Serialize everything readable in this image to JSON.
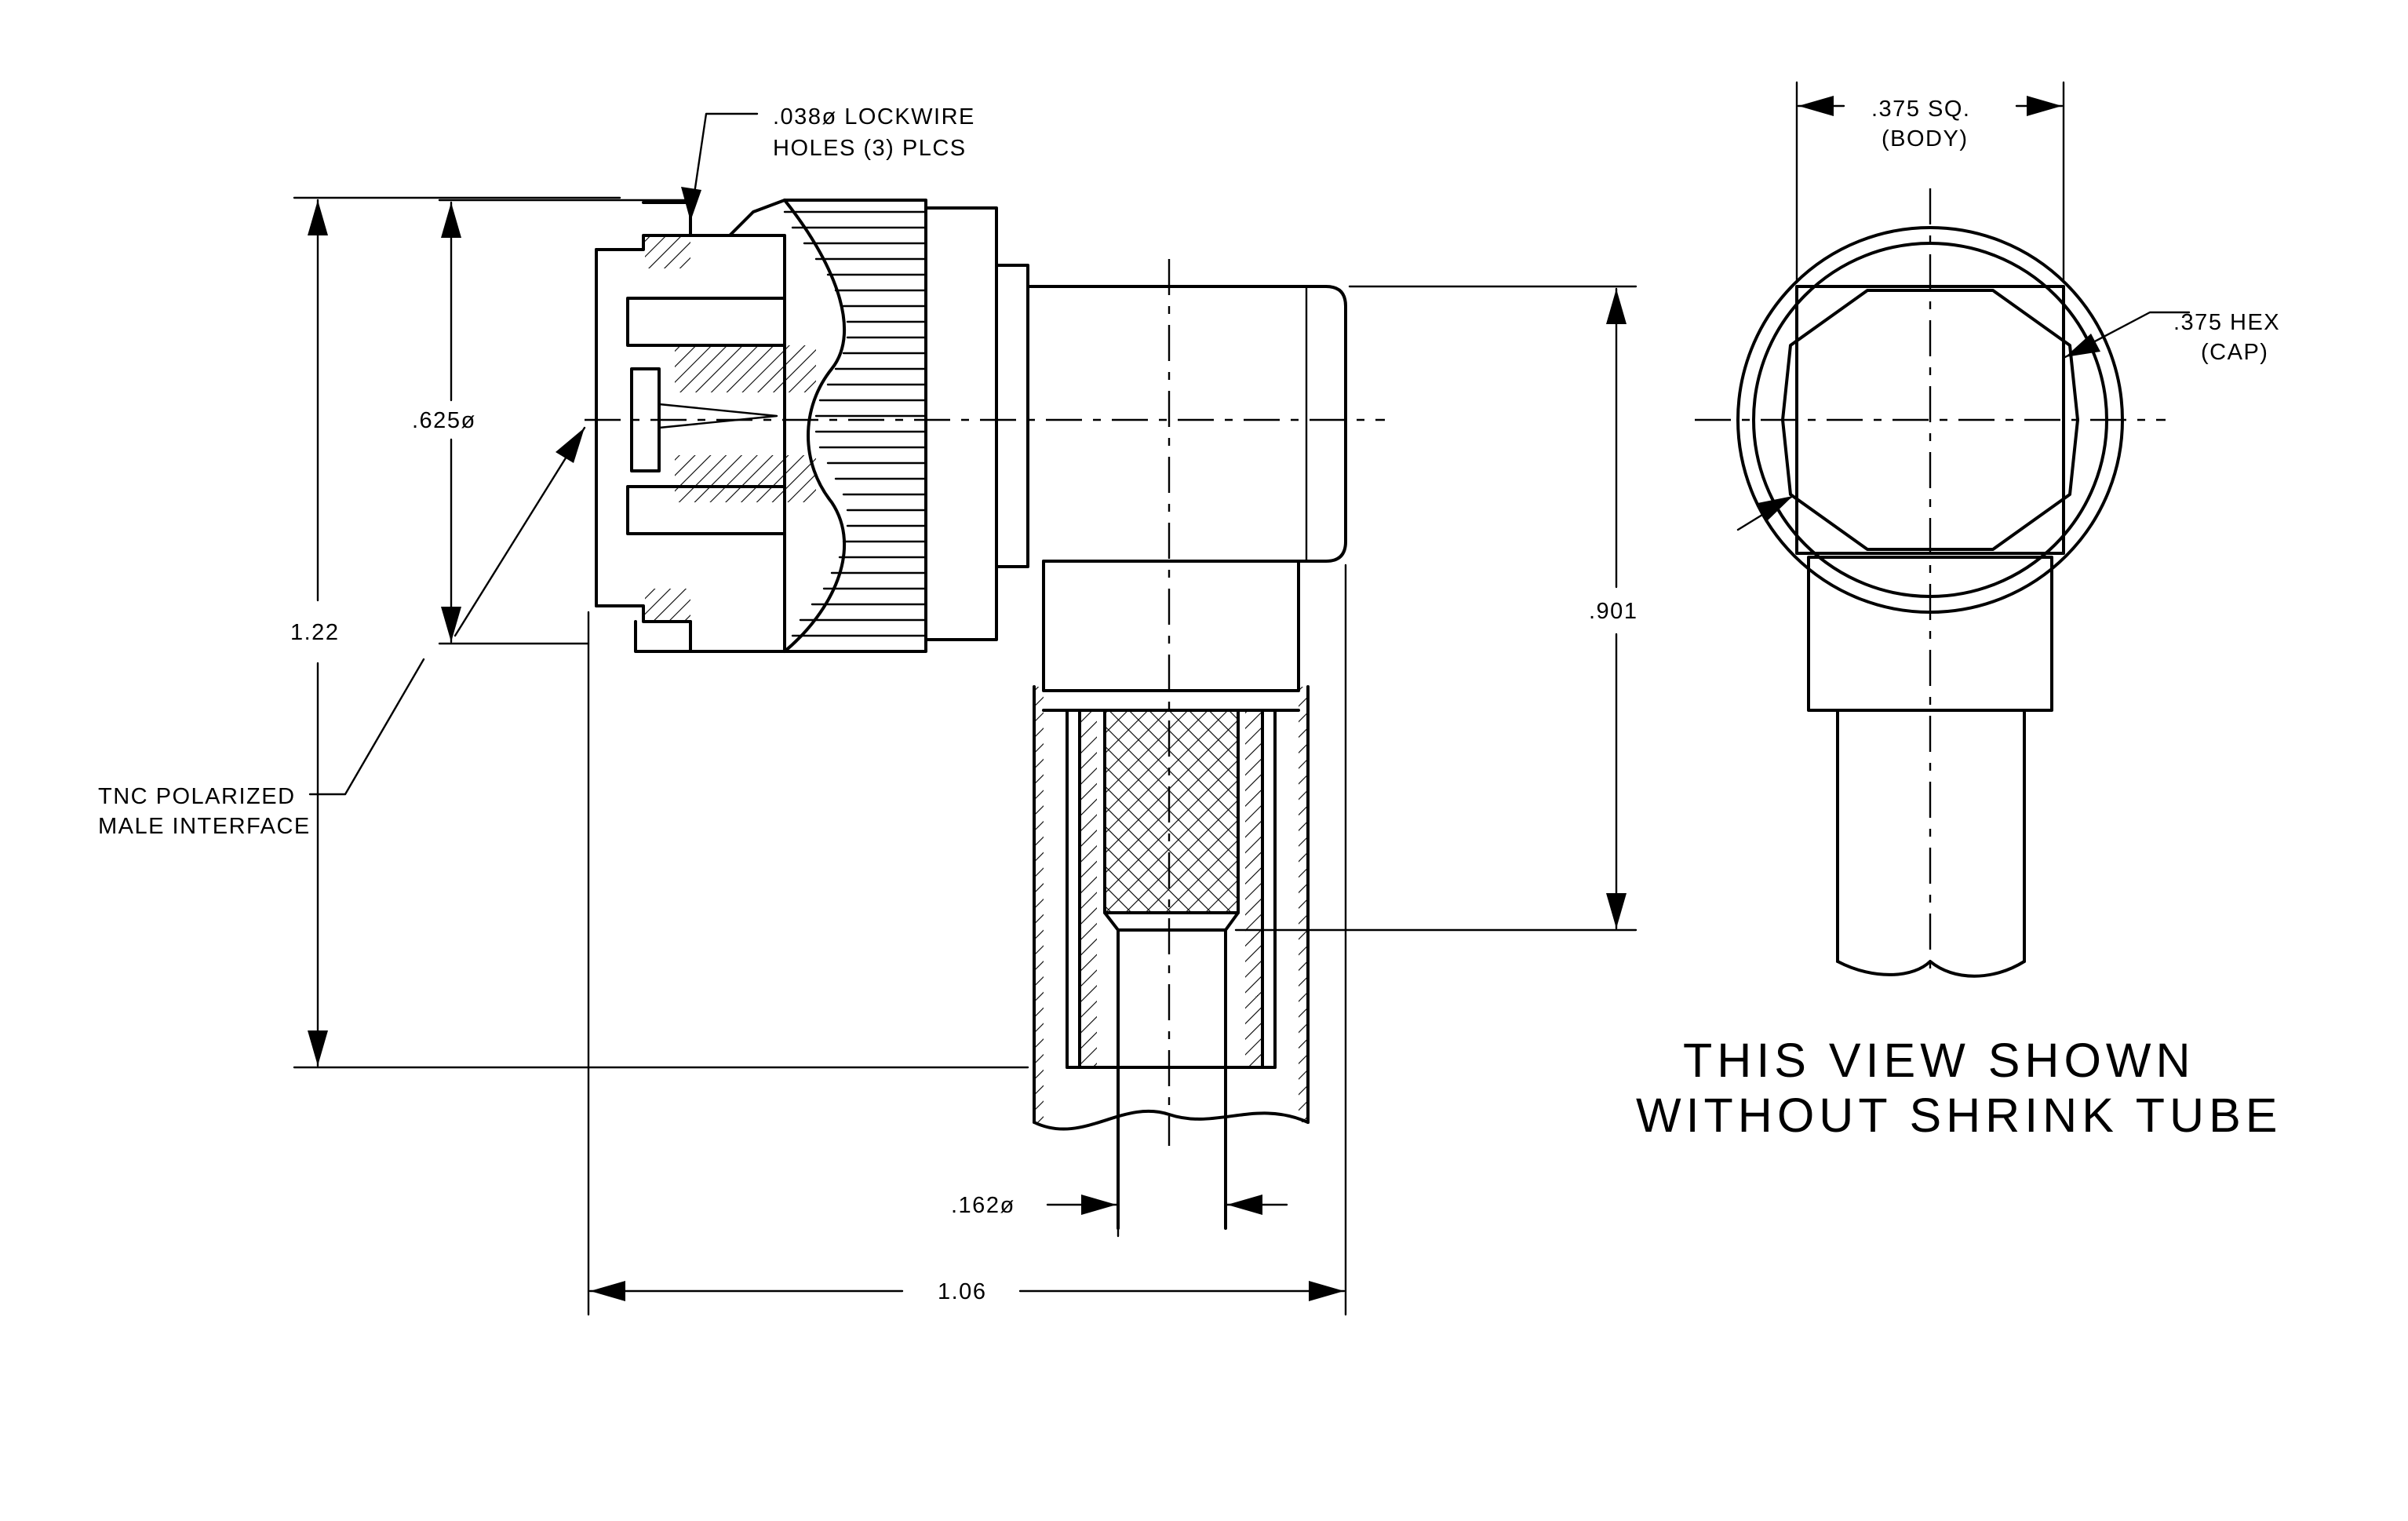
{
  "callouts": {
    "lockwire_1": ".038ø LOCKWIRE",
    "lockwire_2": "HOLES (3) PLCS",
    "interface_1": "TNC POLARIZED",
    "interface_2": "MALE INTERFACE",
    "body_1": ".375 SQ.",
    "body_2": "(BODY)",
    "cap_1": ".375 HEX",
    "cap_2": "(CAP)"
  },
  "dimensions": {
    "overall_height": "1.22",
    "coupling_diameter": ".625ø",
    "offset_height": ".901",
    "overall_length": "1.06",
    "cable_diameter": ".162ø"
  },
  "note": {
    "line1": "THIS VIEW SHOWN",
    "line2": "WITHOUT SHRINK TUBE"
  }
}
